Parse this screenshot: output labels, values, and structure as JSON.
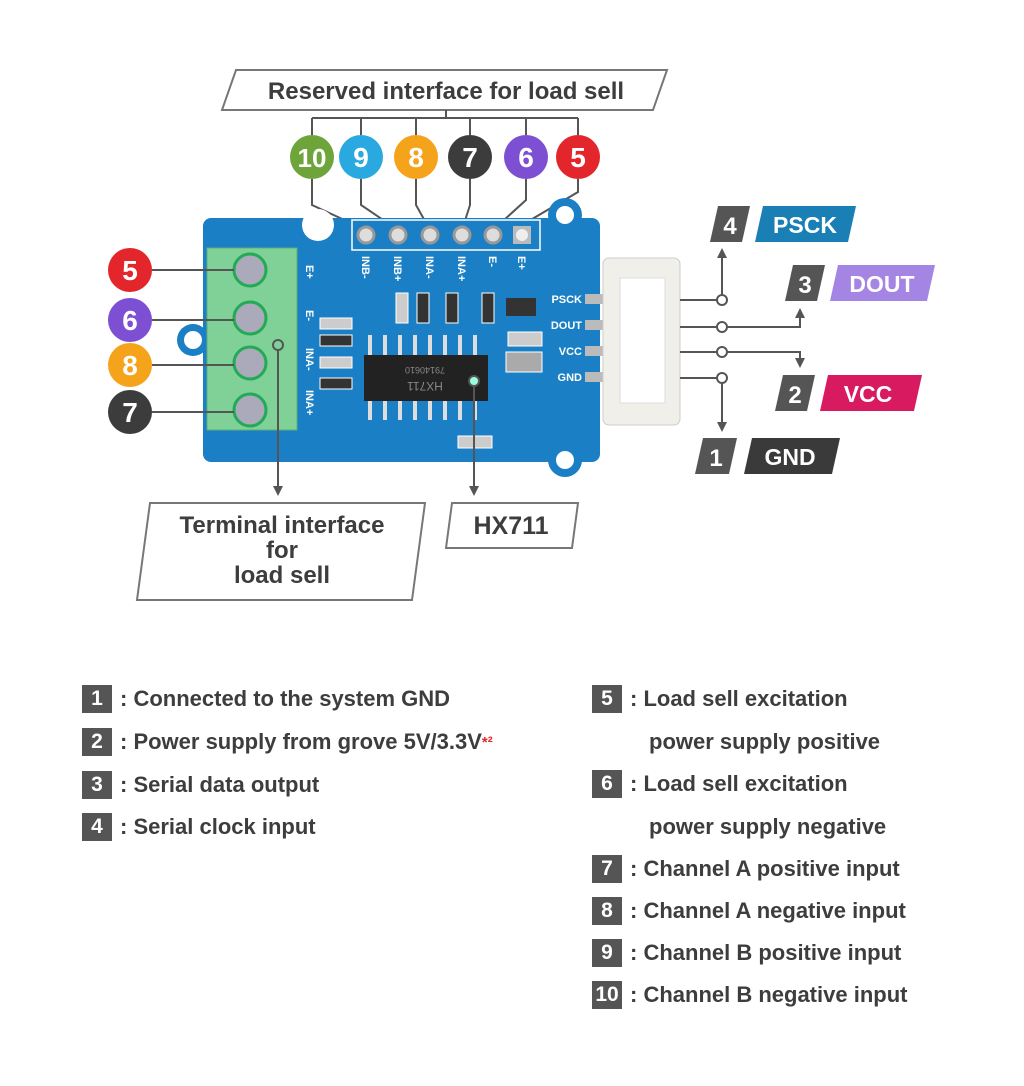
{
  "top_label": "Reserved interface for load sell",
  "pin_circles_top": [
    {
      "num": "10",
      "color": "#6ea53a"
    },
    {
      "num": "9",
      "color": "#2aa9e0"
    },
    {
      "num": "8",
      "color": "#f6a31c"
    },
    {
      "num": "7",
      "color": "#3c3c3c"
    },
    {
      "num": "6",
      "color": "#7c4fd3"
    },
    {
      "num": "5",
      "color": "#e3262b"
    }
  ],
  "pin_circles_left": [
    {
      "num": "5",
      "color": "#e3262b"
    },
    {
      "num": "6",
      "color": "#7c4fd3"
    },
    {
      "num": "8",
      "color": "#f6a31c"
    },
    {
      "num": "7",
      "color": "#3c3c3c"
    }
  ],
  "board": {
    "header_silk": [
      "INB-",
      "INB+",
      "INA-",
      "INA+",
      "E-",
      "E+"
    ],
    "terminal_silk": [
      "E+",
      "E-",
      "INA-",
      "INA+"
    ],
    "connector_silk": [
      "PSCK",
      "DOUT",
      "VCC",
      "GND"
    ],
    "chip_text": [
      "79140610",
      "HX711"
    ],
    "board_color": "#1a7fc4",
    "terminal_color": "#7fd198"
  },
  "grove_pins": [
    {
      "num": "4",
      "label": "PSCK",
      "color": "#1a7fb5"
    },
    {
      "num": "3",
      "label": "DOUT",
      "color": "#a585e3"
    },
    {
      "num": "2",
      "label": "VCC",
      "color": "#d81b60"
    },
    {
      "num": "1",
      "label": "GND",
      "color": "#3a3a3a"
    }
  ],
  "terminal_label": [
    "Terminal interface",
    "for",
    "load sell"
  ],
  "chip_label": "HX711",
  "legend": [
    {
      "num": "1",
      "text": ": Connected to the system GND"
    },
    {
      "num": "2",
      "text": ": Power supply from grove 5V/3.3V",
      "note": "*²"
    },
    {
      "num": "3",
      "text": ": Serial data output"
    },
    {
      "num": "4",
      "text": ": Serial clock input"
    },
    {
      "num": "5",
      "text": ": Load sell excitation",
      "cont": "power supply positive"
    },
    {
      "num": "6",
      "text": ": Load sell excitation",
      "cont": "power supply negative"
    },
    {
      "num": "7",
      "text": ": Channel A positive input"
    },
    {
      "num": "8",
      "text": ": Channel A negative input"
    },
    {
      "num": "9",
      "text": ": Channel B positive input"
    },
    {
      "num": "10",
      "text": ": Channel B negative input"
    }
  ]
}
